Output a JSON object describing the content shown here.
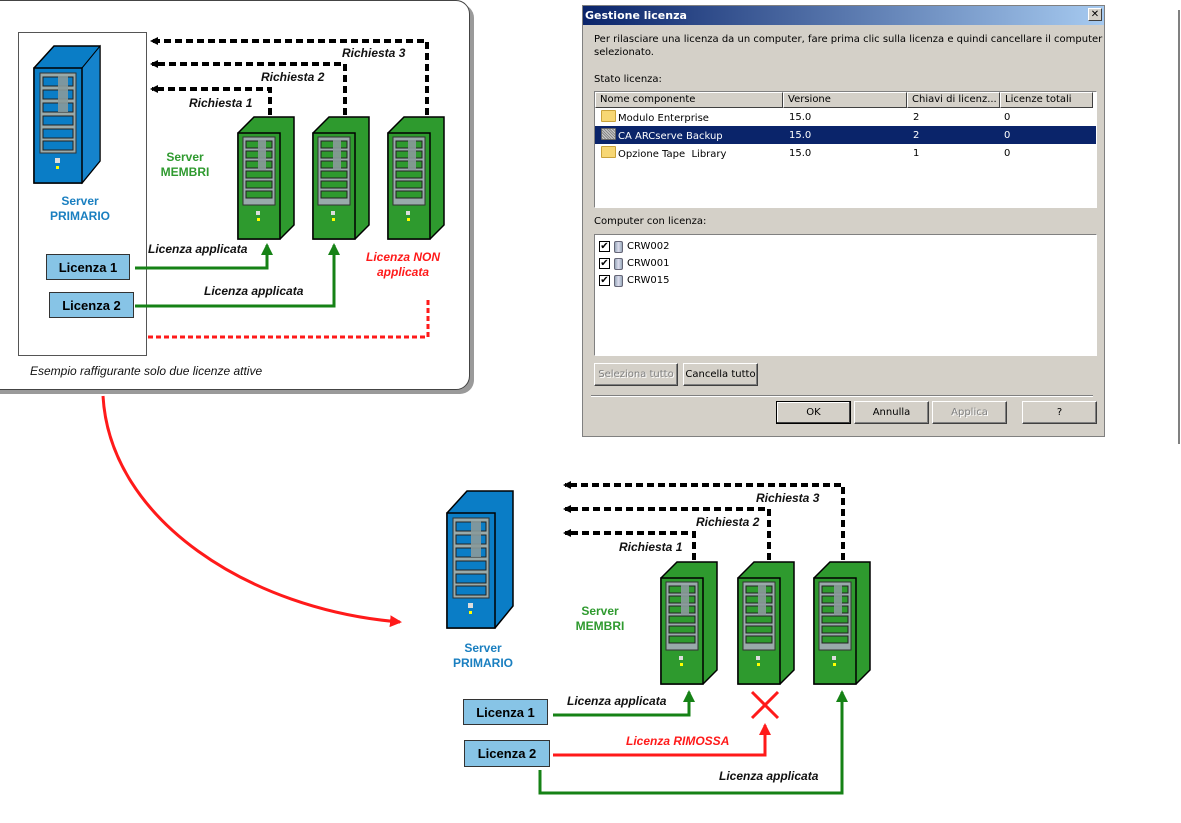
{
  "top_diagram": {
    "primary_label_1": "Server",
    "primary_label_2": "PRIMARIO",
    "members_label_1": "Server",
    "members_label_2": "MEMBRI",
    "requests": [
      "Richiesta 1",
      "Richiesta 2",
      "Richiesta 3"
    ],
    "licenses": [
      "Licenza 1",
      "Licenza 2"
    ],
    "applied_1": "Licenza applicata",
    "applied_2": "Licenza applicata",
    "not_applied_1": "Licenza NON",
    "not_applied_2": "applicata",
    "caption": "Esempio raffigurante solo due licenze attive"
  },
  "bottom_diagram": {
    "primary_label_1": "Server",
    "primary_label_2": "PRIMARIO",
    "members_label_1": "Server",
    "members_label_2": "MEMBRI",
    "requests": [
      "Richiesta 1",
      "Richiesta 2",
      "Richiesta 3"
    ],
    "licenses": [
      "Licenza 1",
      "Licenza 2"
    ],
    "applied_1": "Licenza applicata",
    "removed": "Licenza RIMOSSA",
    "applied_3": "Licenza applicata"
  },
  "colors": {
    "server_blue": "#0a7dc6",
    "server_green": "#2e9a2e",
    "license_box": "#87c4e6",
    "applied_arrow": "#168216",
    "removed_arrow": "#ff1a1a",
    "selection": "#0a246a"
  },
  "dialog": {
    "title": "Gestione licenza",
    "close_icon": "close-icon",
    "instruction_1": "Per rilasciare una licenza da un computer, fare prima clic sulla licenza e quindi cancellare il computer",
    "instruction_2": "selezionato.",
    "license_status_label": "Stato licenza:",
    "columns": [
      "Nome componente",
      "Versione",
      "Chiavi di licenz...",
      "Licenze totali"
    ],
    "rows": [
      {
        "name": "Modulo Enterprise",
        "version": "15.0",
        "keys": "2",
        "total": "0",
        "selected": false
      },
      {
        "name": "CA ARCserve Backup",
        "version": "15.0",
        "keys": "2",
        "total": "0",
        "selected": true
      },
      {
        "name": "Opzione Tape  Library",
        "version": "15.0",
        "keys": "1",
        "total": "0",
        "selected": false
      }
    ],
    "licensed_computers_label": "Computer con licenza:",
    "computers": [
      {
        "name": "CRW002",
        "checked": true
      },
      {
        "name": "CRW001",
        "checked": true
      },
      {
        "name": "CRW015",
        "checked": true
      }
    ],
    "select_all": "Seleziona tutto",
    "clear_all": "Cancella tutto",
    "ok": "OK",
    "cancel": "Annulla",
    "apply": "Applica",
    "help": "?"
  }
}
